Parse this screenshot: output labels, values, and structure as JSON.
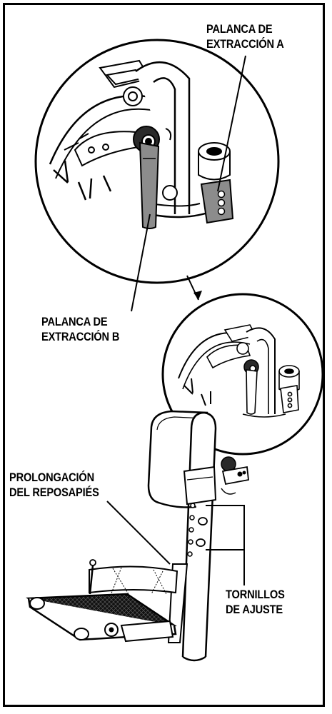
{
  "labels": {
    "lever_a": "PALANCA DE\nEXTRACCIÓN A",
    "lever_b": "PALANCA DE\nEXTRACCIÓN B",
    "extension": "PROLONGACIÓN\nDEL REPOSAPIÉS",
    "screws": "TORNILLOS\nDE AJUSTE"
  },
  "colors": {
    "ink": "#000000",
    "lever_fill": "#8c8c8c",
    "dark_part": "#2a2a2a",
    "background": "#ffffff"
  }
}
